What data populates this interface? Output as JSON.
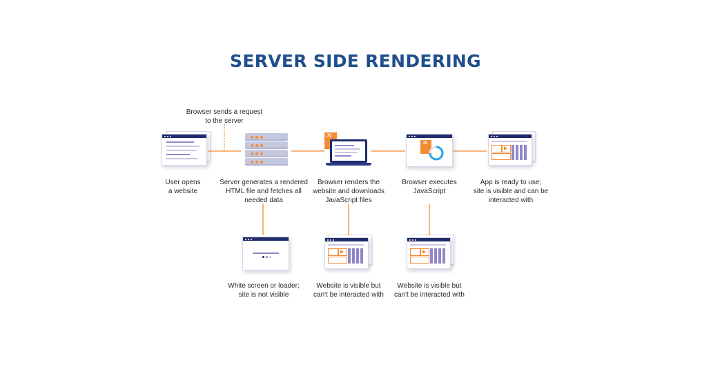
{
  "title": "SERVER SIDE RENDERING",
  "request_label": "Browser sends a request\nto the server",
  "js_badge": "JS",
  "steps": [
    {
      "id": "user-opens",
      "label": "User opens\na website"
    },
    {
      "id": "server-generates",
      "label": "Server generates a rendered\nHTML file and fetches all\nneeded data"
    },
    {
      "id": "browser-renders",
      "label": "Browser renders the\nwebsite and downloads\nJavaScript files"
    },
    {
      "id": "browser-executes",
      "label": "Browser executes\nJavaScript"
    },
    {
      "id": "app-ready",
      "label": "App is ready to use;\nsite is visible and can be\ninteracted with"
    }
  ],
  "states": [
    {
      "id": "white-screen",
      "label": "White screen or loader;\nsite is not visible"
    },
    {
      "id": "visible-not-interactive-1",
      "label": "Website is visible but\ncan't be interacted with"
    },
    {
      "id": "visible-not-interactive-2",
      "label": "Website is visible but\ncan't be interacted with"
    }
  ],
  "colors": {
    "title": "#1f4e8c",
    "accent": "#f28b34",
    "window_bar": "#1f2b6b",
    "ui_lines": "#8d87c9",
    "server": "#c4c8de",
    "progress_ring": "#29a3e8"
  }
}
